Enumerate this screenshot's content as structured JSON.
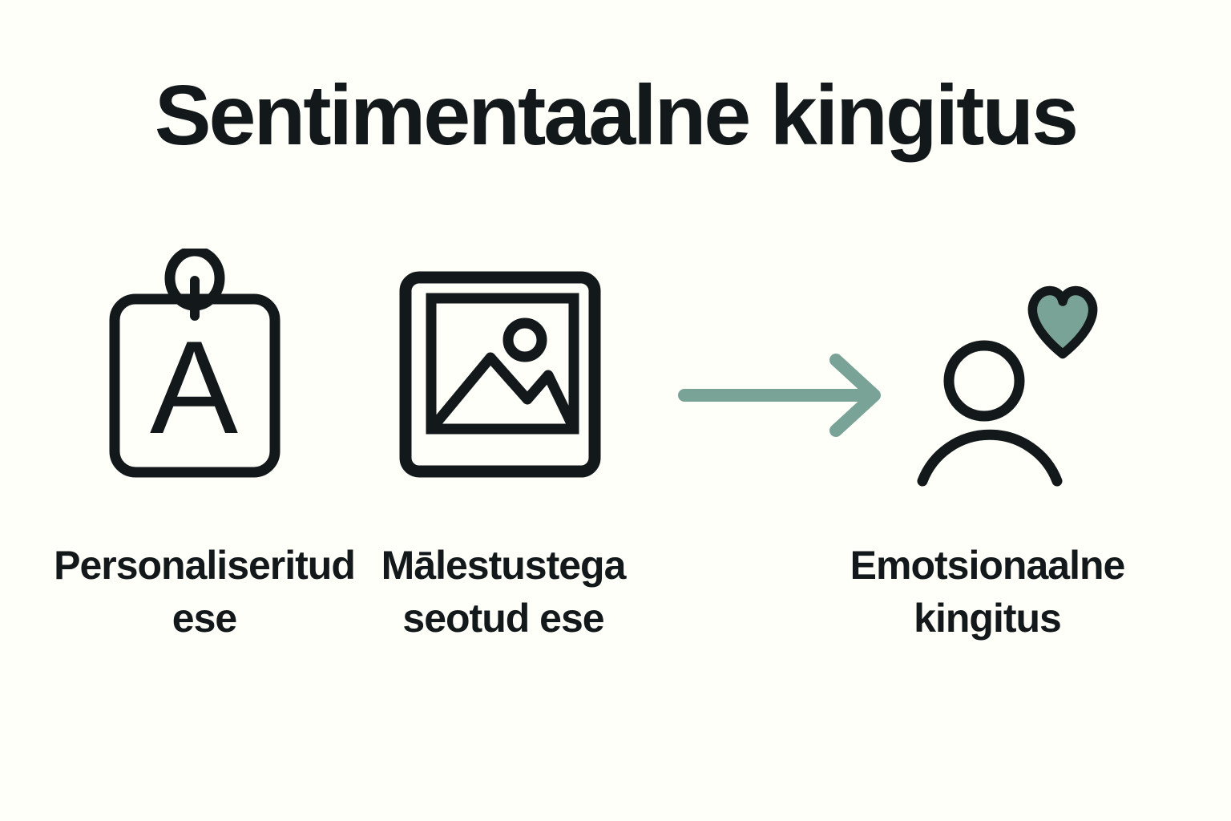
{
  "page": {
    "background_color": "#fffffa",
    "ink_color": "#13181b",
    "accent_color": "#7aa397"
  },
  "title": "Sentimentaalne kingitus",
  "diagram": {
    "items": [
      {
        "icon": "pendant-tag-icon",
        "monogram": "A",
        "label": "Personaliseritud\nese"
      },
      {
        "icon": "photo-icon",
        "label": "Mālestustega\nseotud ese"
      },
      {
        "icon": "person-with-heart-icon",
        "label": "Emotsionaalne\nkingitus"
      }
    ],
    "connector": {
      "icon": "right-arrow-icon",
      "direction": "right",
      "color": "#7aa397"
    }
  }
}
